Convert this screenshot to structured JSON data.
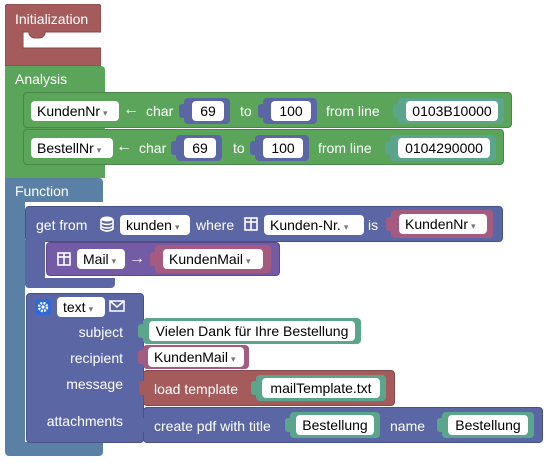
{
  "colors": {
    "init": "#a55b5b",
    "analysis": "#5ba55b",
    "function": "#5b80a5",
    "getfrom": "#5b67a5",
    "var": "#a55b80",
    "mail": "#745ba5",
    "value": "#5ba58c",
    "number": "#5b67a5"
  },
  "init": {
    "label": "Initialization"
  },
  "analysis": {
    "label": "Analysis",
    "rows": [
      {
        "var": "KundenNr",
        "arrow": "←",
        "char": "char",
        "from": "69",
        "to_label": "to",
        "to": "100",
        "line_label": "from line",
        "line": "0103B10000"
      },
      {
        "var": "BestellNr",
        "arrow": "←",
        "char": "char",
        "from": "69",
        "to_label": "to",
        "to": "100",
        "line_label": "from line",
        "line": "0104290000"
      }
    ]
  },
  "function": {
    "label": "Function",
    "getfrom": {
      "label": "get from",
      "db_icon": "database-icon",
      "table": "kunden",
      "where": "where",
      "table_icon": "table-icon",
      "column": "Kunden-Nr.",
      "is": "is",
      "value": "KundenNr"
    },
    "map": {
      "table_icon": "table-icon",
      "field": "Mail",
      "arrow": "→",
      "target": "KundenMail"
    },
    "mail": {
      "gear_icon": "gear-icon",
      "type": "text",
      "envelope_icon": "envelope-icon",
      "subject_label": "subject",
      "subject": "Vielen Dank für Ihre Bestellung",
      "recipient_label": "recipient",
      "recipient": "KundenMail",
      "message_label": "message",
      "load_template": "load template",
      "template": "mailTemplate.txt",
      "attachments_label": "attachments",
      "create_pdf": "create pdf with title",
      "pdf_title": "Bestellung",
      "name_label": "name",
      "pdf_name": "Bestellung"
    }
  }
}
